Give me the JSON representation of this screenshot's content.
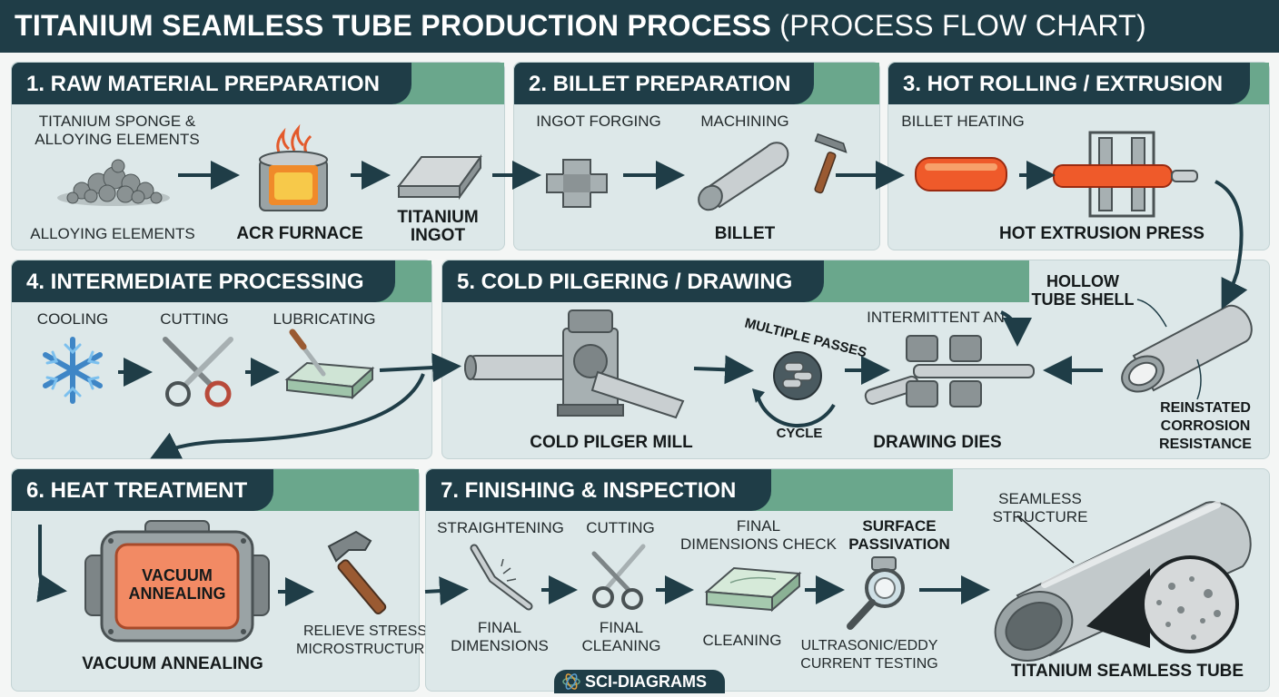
{
  "title": {
    "main": "TITANIUM SEAMLESS TUBE PRODUCTION PROCESS",
    "sub": "(PROCESS FLOW CHART)"
  },
  "colors": {
    "dark_header": "#1f3d47",
    "accent_green": "#6aa78c",
    "panel_bg": "#dde8e9",
    "arrow": "#1f3d47"
  },
  "steps": [
    {
      "heading": "1. RAW MATERIAL PREPARATION",
      "labels": {
        "sponge": "TITANIUM SPONGE &\nALLOYING ELEMENTS",
        "alloying": "ALLOYING ELEMENTS",
        "furnace": "ACR FURNACE",
        "ingot": "TITANIUM\nINGOT"
      }
    },
    {
      "heading": "2. BILLET PREPARATION",
      "labels": {
        "forging": "INGOT FORGING",
        "machining": "MACHINING",
        "billet": "BILLET"
      }
    },
    {
      "heading": "3. HOT ROLLING / EXTRUSION",
      "labels": {
        "heating": "BILLET HEATING",
        "press": "HOT EXTRUSION PRESS"
      }
    },
    {
      "heading": "4. INTERMEDIATE PROCESSING",
      "labels": {
        "cooling": "COOLING",
        "cutting": "CUTTING",
        "lubricating": "LUBRICATING"
      }
    },
    {
      "heading": "5. COLD PILGERING / DRAWING",
      "labels": {
        "mill": "COLD PILGER MILL",
        "passes": "MULTIPLE PASSES",
        "cycle": "CYCLE",
        "intermittent": "INTERMITTENT AN",
        "dies": "DRAWING DIES",
        "shell": "HOLLOW\nTUBE SHELL",
        "corrosion": "REINSTATED\nCORROSION\nRESISTANCE"
      }
    },
    {
      "heading": "6. HEAT TREATMENT",
      "labels": {
        "furnace_text": "VACUUM\nANNEALING",
        "vacuum": "VACUUM ANNEALING",
        "relieve": "RELIEVE STRESS\nMICROSTRUCTURE"
      }
    },
    {
      "heading": "7. FINISHING & INSPECTION",
      "labels": {
        "straightening": "STRAIGHTENING",
        "final_dimensions": "FINAL\nDIMENSIONS",
        "cutting": "CUTTING",
        "final_cleaning": "FINAL\nCLEANING",
        "dim_check": "FINAL\nDIMENSIONS CHECK",
        "cleaning": "CLEANING",
        "passivation": "SURFACE\nPASSIVATION",
        "testing": "ULTRASONIC/EDDY\nCURRENT TESTING",
        "structure": "SEAMLESS\nSTRUCTURE",
        "product": "TITANIUM SEAMLESS TUBE"
      }
    }
  ],
  "watermark": "SCI-DIAGRAMS"
}
